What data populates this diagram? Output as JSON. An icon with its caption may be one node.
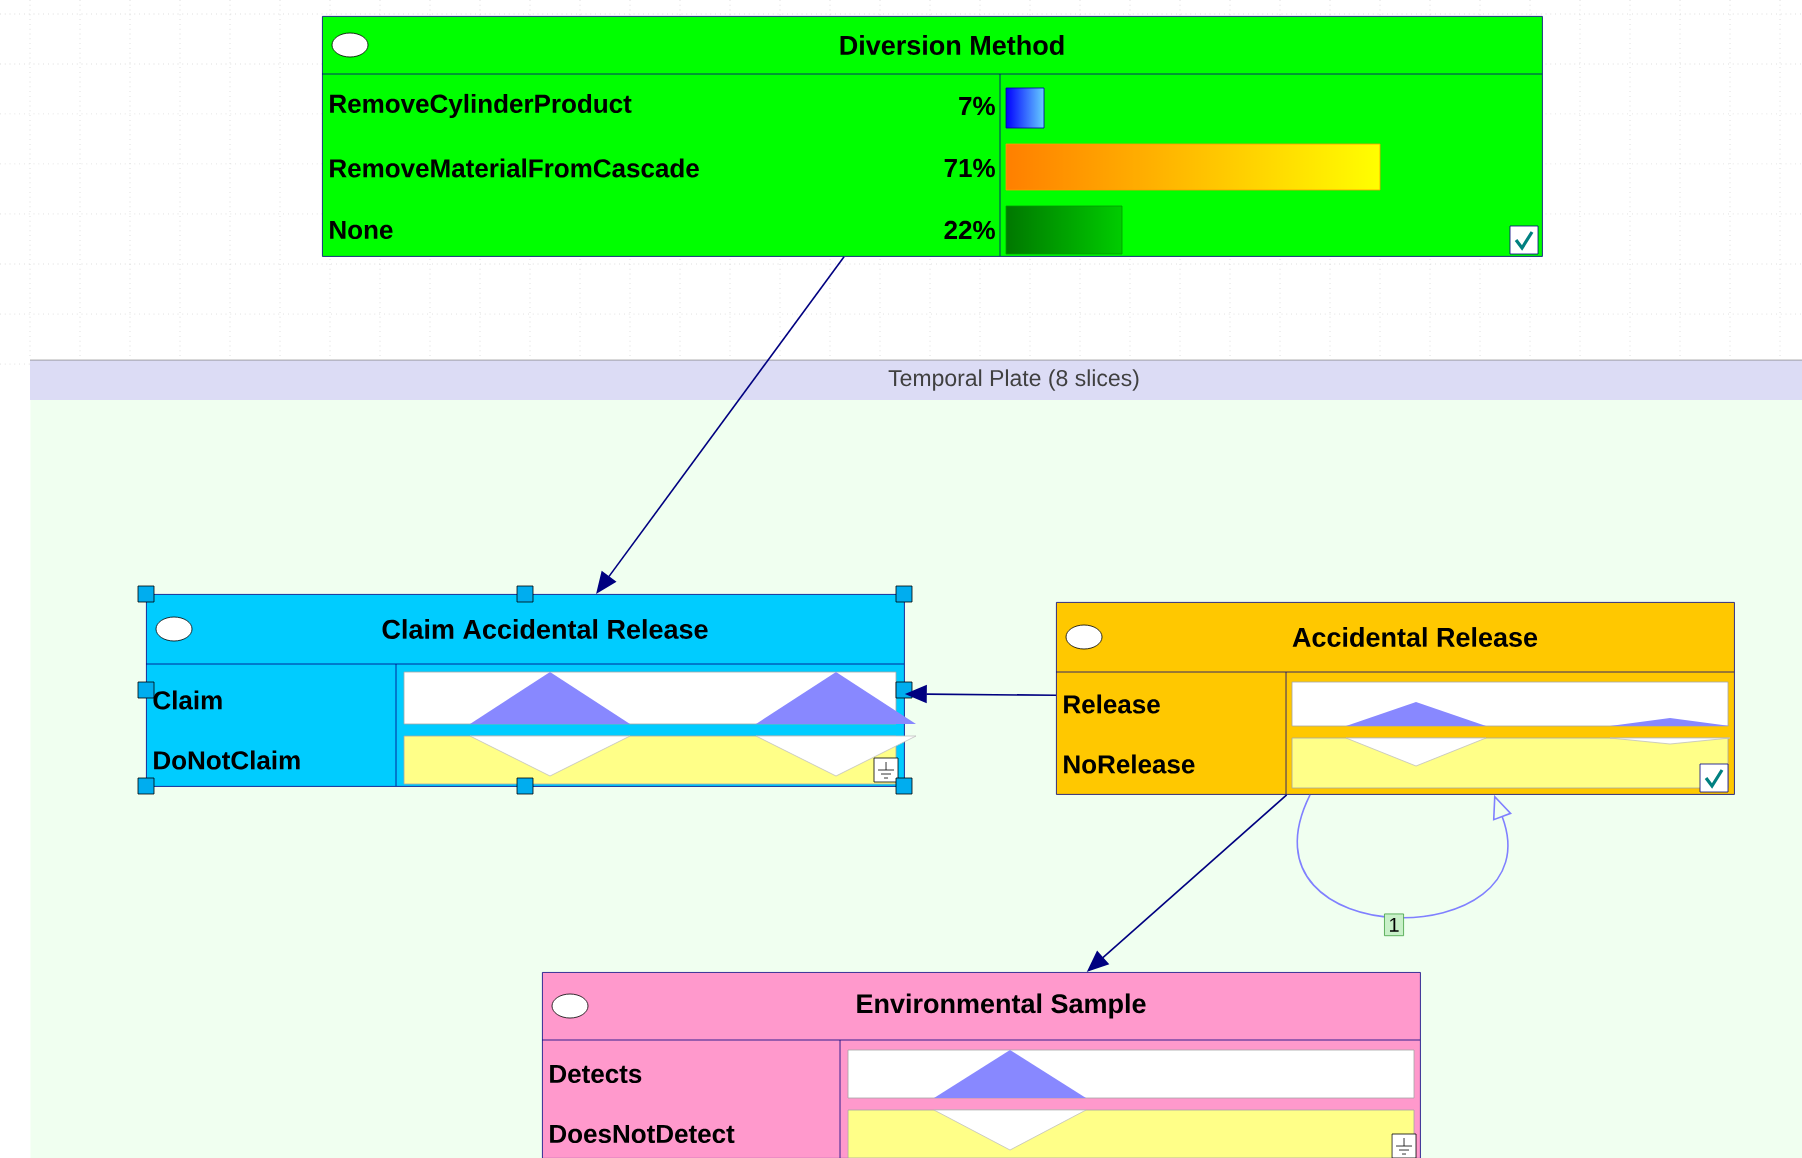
{
  "diagram": {
    "nodes": [
      {
        "text": [
          "Temporal Plate (8 slices)"
        ]
      },
      {
        "text": [
          "Diversion Method",
          "RemoveCylinderProduct",
          "7%",
          "RemoveMaterialFromCascade",
          "71%",
          "None",
          "22%"
        ]
      },
      {
        "text": [
          "Claim Accidental Release",
          "Claim",
          "DoNotClaim"
        ],
        "in": 0
      },
      {
        "text": [
          "Accidental Release",
          "Release",
          "NoRelease"
        ],
        "in": 0
      },
      {
        "text": [
          "Environmental Sample",
          "Detects",
          "DoesNotDetect"
        ],
        "in": 0
      }
    ],
    "edges": [
      {
        "from": 1,
        "to": 2,
        "arrow": "to"
      },
      {
        "from": 3,
        "to": 2,
        "arrow": "to"
      },
      {
        "from": 3,
        "to": 4,
        "arrow": "to"
      },
      {
        "from": 3,
        "to": 3,
        "arrow": "to",
        "label": "1",
        "color": "#8080ff"
      }
    ]
  }
}
